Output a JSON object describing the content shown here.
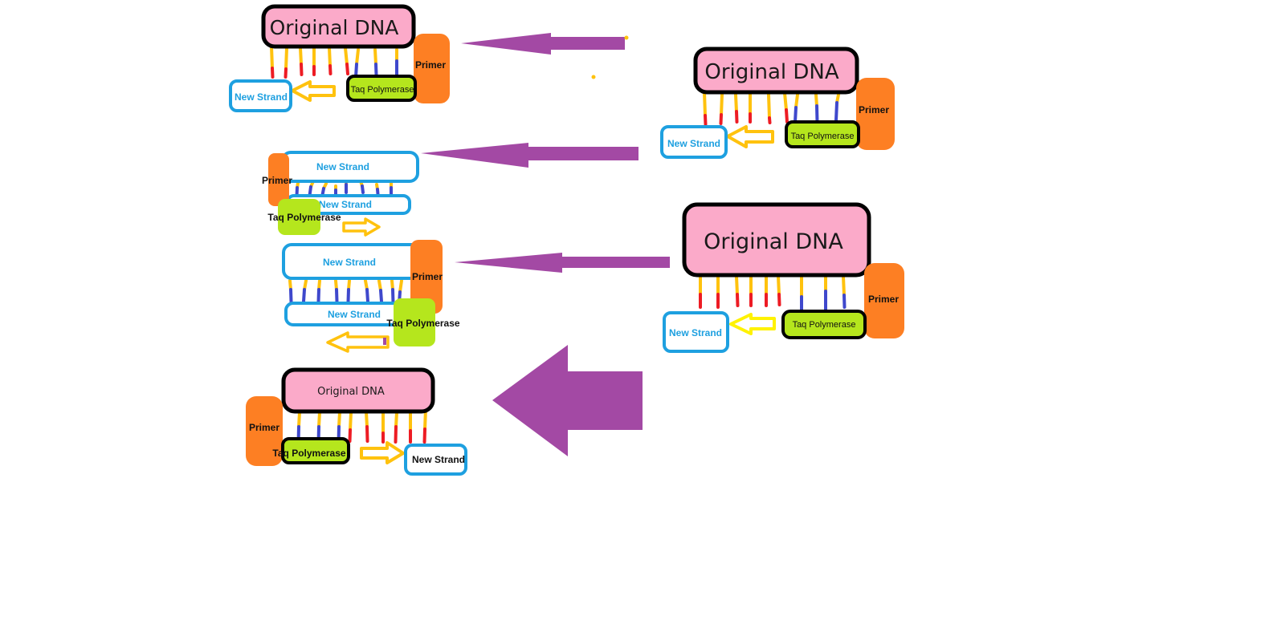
{
  "diagram": {
    "title": "",
    "colors": {
      "original_dna_fill": "#fbaac9",
      "outline": "#000000",
      "primer": "#fd7f23",
      "taq_polymerase": "#b5e61d",
      "new_strand_border": "#1ea0e0",
      "arrow_purple": "#a349a4",
      "arrow_yellow": "#ffc20e",
      "base_yellow": "#ffc20e",
      "base_red": "#ed1c24",
      "base_blue": "#3f48cc"
    },
    "labels": {
      "original_dna": "Original DNA",
      "primer": "Primer",
      "taq_polymerase": "Taq Polymerase",
      "new_strand": "New Strand"
    },
    "steps": [
      {
        "id": 1,
        "position": "right-top",
        "components": [
          "Original DNA",
          "Primer",
          "Taq Polymerase",
          "New Strand"
        ]
      },
      {
        "id": 2,
        "position": "left-top",
        "components": [
          "Original DNA",
          "Primer",
          "Taq Polymerase",
          "New Strand"
        ]
      },
      {
        "id": 3,
        "position": "left-second",
        "components": [
          "New Strand",
          "New Strand",
          "Primer",
          "Taq Polymerase"
        ]
      },
      {
        "id": 4,
        "position": "right-middle",
        "components": [
          "Original DNA",
          "Primer",
          "Taq Polymerase",
          "New Strand"
        ]
      },
      {
        "id": 5,
        "position": "left-third",
        "components": [
          "New Strand",
          "New Strand",
          "Primer",
          "Taq Polymerase"
        ]
      },
      {
        "id": 6,
        "position": "left-bottom",
        "components": [
          "Original DNA",
          "Primer",
          "Taq Polymerase",
          "New Strand"
        ]
      }
    ],
    "flow_arrows": [
      {
        "from": "right-top",
        "to": "left-top",
        "direction": "left"
      },
      {
        "from": "right-top",
        "to": "left-second",
        "direction": "left"
      },
      {
        "from": "right-middle",
        "to": "left-third",
        "direction": "left"
      },
      {
        "from": "right-middle",
        "to": "left-bottom",
        "direction": "left"
      }
    ]
  }
}
